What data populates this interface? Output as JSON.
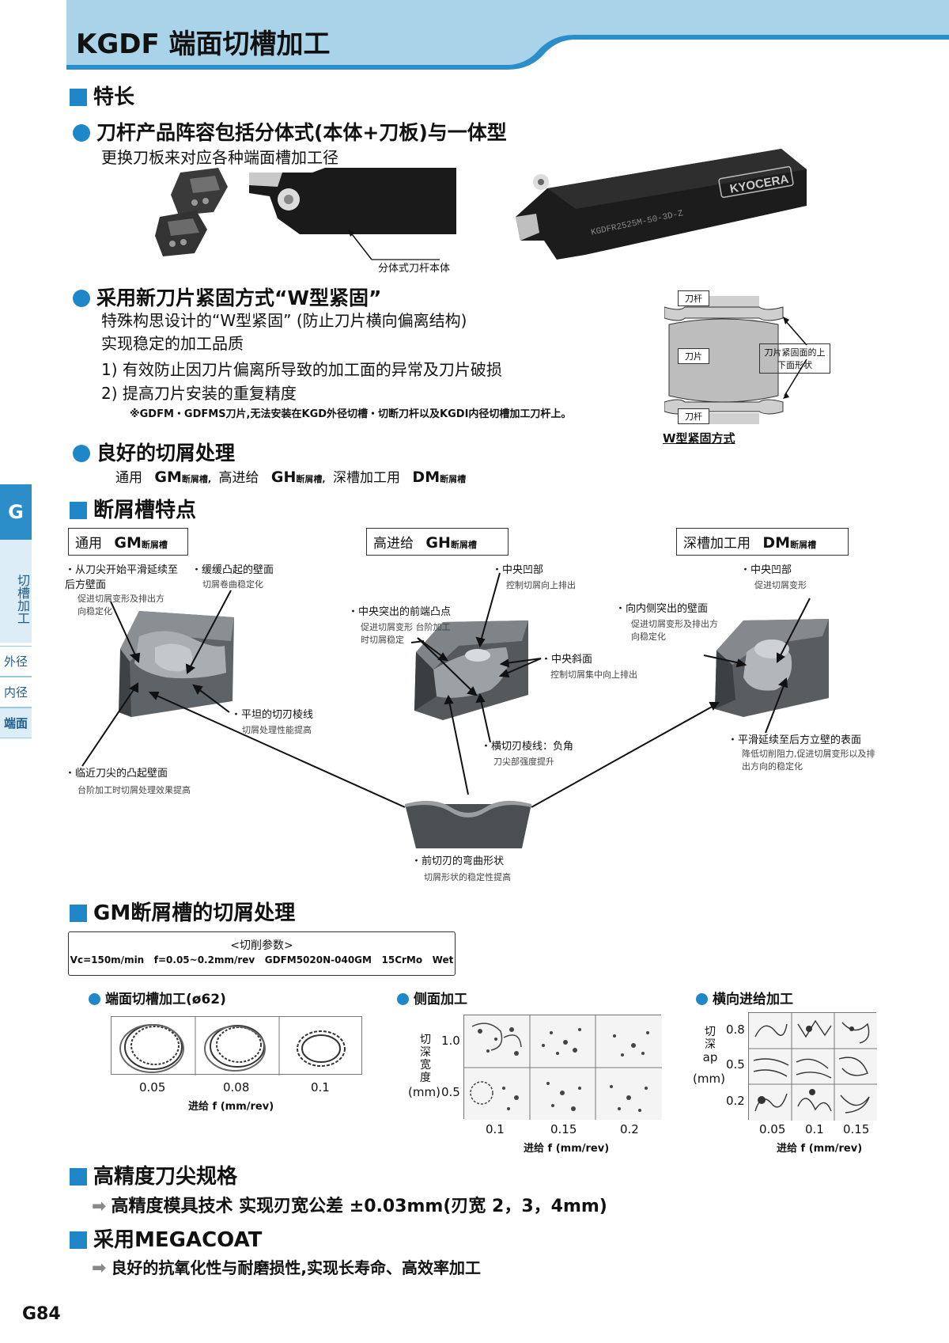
{
  "header": {
    "title": "KGDF 端面切槽加工",
    "band_color": "#a9d3e8",
    "accent": "#1f87c7"
  },
  "side_nav": {
    "letter": "G",
    "category": "切槽加工",
    "tabs": [
      "外径",
      "内径",
      "端面"
    ],
    "active_tab": "端面"
  },
  "features": {
    "heading": "特长",
    "f1": {
      "title": "刀杆产品阵容包括分体式(本体+刀板)与一体型",
      "sub": "更换刀板来对应各种端面槽加工径",
      "callout": "分体式刀杆本体",
      "brand": "KYOCERA",
      "holder_code": "KGDFR2525M-50-3D-Z"
    },
    "f2": {
      "title": "采用新刀片紧固方式“W型紧固”",
      "line1": "特殊构思设计的“W型紧固” (防止刀片横向偏离结构)",
      "line2": "实现稳定的加工品质",
      "item1": "1) 有效防止因刀片偏离所导致的加工面的异常及刀片破损",
      "item2": "2) 提高刀片安装的重复精度",
      "note": "※GDFM・GDFMS刀片,无法安装在KGD外径切槽・切断刀杆以及KGDI内径切槽加工刀杆上。",
      "diagram": {
        "top_label": "刀杆",
        "mid_label": "刀片",
        "bottom_label": "刀杆",
        "callout": "刀片紧固面的上下面形状",
        "caption": "W型紧固方式"
      }
    },
    "f3": {
      "title": "良好的切屑处理",
      "line_parts": [
        "通用",
        "GM",
        "断屑槽,",
        "高进给",
        "GH",
        "断屑槽,",
        "深槽加工用",
        "DM",
        "断屑槽"
      ]
    }
  },
  "chipbreaker": {
    "heading": "断屑槽特点",
    "gm": {
      "label_cn": "通用",
      "label_code": "GM",
      "label_suffix": "断屑槽",
      "ann1_title": "・从刀尖开始平滑延续至后方壁面",
      "ann1_desc": "促进切屑变形及排出方向稳定化",
      "ann2_title": "・缓缓凸起的壁面",
      "ann2_desc": "切屑卷曲稳定化",
      "ann3_title": "・平坦的切刃棱线",
      "ann3_desc": "切屑处理性能提高",
      "ann4_title": "・临近刀尖的凸起壁面",
      "ann4_desc": "台阶加工时切屑处理效果提高"
    },
    "gh": {
      "label_cn": "高进给",
      "label_code": "GH",
      "label_suffix": "断屑槽",
      "ann1_title": "・中央凹部",
      "ann1_desc": "控制切屑向上排出",
      "ann2_title": "・中央突出的前端凸点",
      "ann2_desc": "促进切屑变形 台阶加工时切屑稳定",
      "ann3_title": "・中央斜面",
      "ann3_desc": "控制切屑集中向上排出",
      "ann4_title": "・横切刃棱线：负角",
      "ann4_desc": "刀尖部强度提升"
    },
    "dm": {
      "label_cn": "深槽加工用",
      "label_code": "DM",
      "label_suffix": "断屑槽",
      "ann1_title": "・中央凹部",
      "ann1_desc": "促进切屑变形",
      "ann2_title": "・向内侧突出的壁面",
      "ann2_desc": "促进切屑变形及排出方向稳定化",
      "ann3_title": "・平滑延续至后方立壁的表面",
      "ann3_desc": "降低切削阻力,促进切屑变形以及排出方向的稳定化"
    },
    "common": {
      "title": "・前切刃的弯曲形状",
      "desc": "切屑形状的稳定性提高"
    }
  },
  "gm_chip": {
    "heading": "GM断屑槽的切屑处理",
    "params_title": "<切削参数>",
    "params": "Vc=150m/min   f=0.05~0.2mm/rev   GDFM5020N-040GM   15CrMo   Wet",
    "end_face": {
      "title": "端面切槽加工(ø62)",
      "feeds": [
        "0.05",
        "0.08",
        "0.1"
      ],
      "xlabel": "进给 f (mm/rev)"
    },
    "side": {
      "title": "侧面加工",
      "ylabel_chars": [
        "切",
        "深",
        "宽",
        "度"
      ],
      "yunit": "(mm)",
      "yticks": [
        "1.0",
        "0.5"
      ],
      "feeds": [
        "0.1",
        "0.15",
        "0.2"
      ],
      "xlabel": "进给 f (mm/rev)"
    },
    "traverse": {
      "title": "横向进给加工",
      "ylabel_chars": [
        "切",
        "深"
      ],
      "ylabel_sym": "ap",
      "yunit": "(mm)",
      "yticks": [
        "0.8",
        "0.5",
        "0.2"
      ],
      "feeds": [
        "0.05",
        "0.1",
        "0.15"
      ],
      "xlabel": "进给 f (mm/rev)"
    }
  },
  "precision": {
    "heading": "高精度刀尖规格",
    "line": "高精度模具技术 实现刃宽公差 ±0.03mm(刃宽 2，3，4mm)"
  },
  "megacoat": {
    "heading": "采用MEGACOAT",
    "line": "良好的抗氧化性与耐磨损性,实现长寿命、高效率加工"
  },
  "footer": {
    "page": "G84"
  }
}
